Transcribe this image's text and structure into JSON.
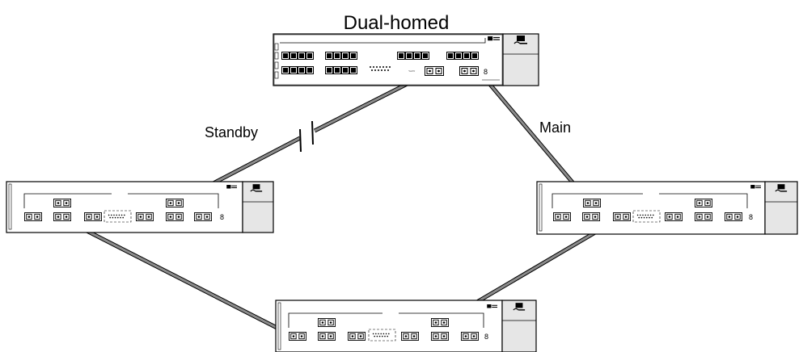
{
  "diagram": {
    "title": "Dual-homed",
    "labels": {
      "standby": "Standby",
      "main": "Main"
    },
    "devices": [
      {
        "id": "top",
        "role": "dual-homed-switch"
      },
      {
        "id": "left",
        "role": "switch"
      },
      {
        "id": "right",
        "role": "switch"
      },
      {
        "id": "bottom",
        "role": "switch"
      }
    ],
    "links": [
      {
        "id": "standby-link",
        "from": "top",
        "to": "left",
        "state": "blocked"
      },
      {
        "id": "main-link",
        "from": "top",
        "to": "right",
        "state": "active"
      },
      {
        "id": "left-bottom-link",
        "from": "left",
        "to": "bottom",
        "state": "active"
      },
      {
        "id": "right-bottom-link",
        "from": "right",
        "to": "bottom",
        "state": "active"
      }
    ],
    "colors": {
      "cable": "#8c8c8c",
      "cable_outline": "#000000",
      "chassis": "#ffffff",
      "side_panel": "#e6e6e6"
    }
  }
}
